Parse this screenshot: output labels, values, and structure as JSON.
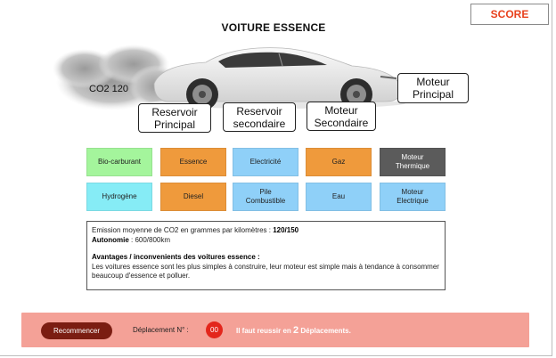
{
  "header": {
    "title": "VOITURE ESSENCE",
    "score_label": "SCORE"
  },
  "scene": {
    "emission_label": "CO2 120",
    "slots": [
      {
        "line1": "Reservoir",
        "line2": "Principal"
      },
      {
        "line1": "Reservoir",
        "line2": "secondaire"
      },
      {
        "line1": "Moteur",
        "line2": "Secondaire"
      },
      {
        "line1": "Moteur",
        "line2": "Principal"
      }
    ]
  },
  "palette": {
    "colors": {
      "green": "#a4f59c",
      "orange": "#ef9a3c",
      "blue": "#8fd0f8",
      "cyan": "#86ecf6",
      "gray": "#5b5b5b"
    },
    "row1": [
      {
        "line1": "Bio-carburant",
        "line2": ""
      },
      {
        "line1": "Essence",
        "line2": ""
      },
      {
        "line1": "Electricité",
        "line2": ""
      },
      {
        "line1": "Gaz",
        "line2": ""
      },
      {
        "line1": "Moteur",
        "line2": "Thermique"
      }
    ],
    "row2": [
      {
        "line1": "Hydrogène",
        "line2": ""
      },
      {
        "line1": "Diesel",
        "line2": ""
      },
      {
        "line1": "Pile",
        "line2": "Combustible"
      },
      {
        "line1": "Eau",
        "line2": ""
      },
      {
        "line1": "Moteur",
        "line2": "Electrique"
      }
    ]
  },
  "info": {
    "emission_text": "Emission moyenne de CO2 en grammes par kilomètres : ",
    "emission_value": "120/150",
    "autonomy_label": "Autonomie",
    "autonomy_value": " :  600/800km",
    "pros_cons_title": "Avantages / inconvenients des voitures essence :",
    "pros_cons_text": "Les voitures essence sont les plus simples à construire, leur moteur est simple mais à tendance à consommer beaucoup d'essence et polluer."
  },
  "footer": {
    "restart_label": "Recommencer",
    "moves_label": "Déplacement N° :",
    "moves_count": "00",
    "goal_prefix": "Il faut reussir en ",
    "goal_number": "2",
    "goal_suffix": " Déplacements."
  }
}
